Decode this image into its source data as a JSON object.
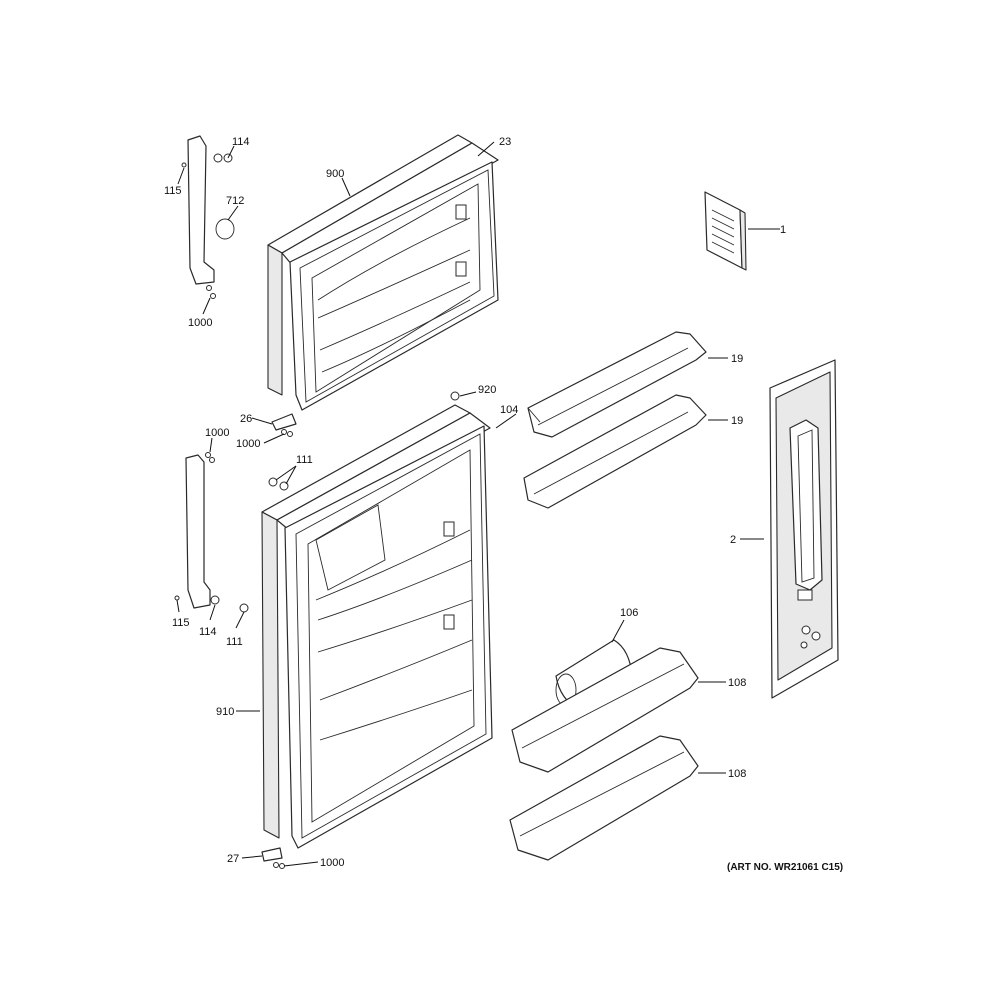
{
  "callouts": {
    "c114a": "114",
    "c23": "23",
    "c900": "900",
    "c115a": "115",
    "c712": "712",
    "c1": "1",
    "c1000a": "1000",
    "c19a": "19",
    "c920": "920",
    "c26": "26",
    "c104": "104",
    "c19b": "19",
    "c1000b": "1000",
    "c1000c": "1000",
    "c111a": "111",
    "c2": "2",
    "c115b": "115",
    "c114b": "114",
    "c111b": "111",
    "c106": "106",
    "c108a": "108",
    "c910": "910",
    "c108b": "108",
    "c27": "27",
    "c1000d": "1000"
  },
  "art_number": "(ART NO. WR21061 C15)"
}
